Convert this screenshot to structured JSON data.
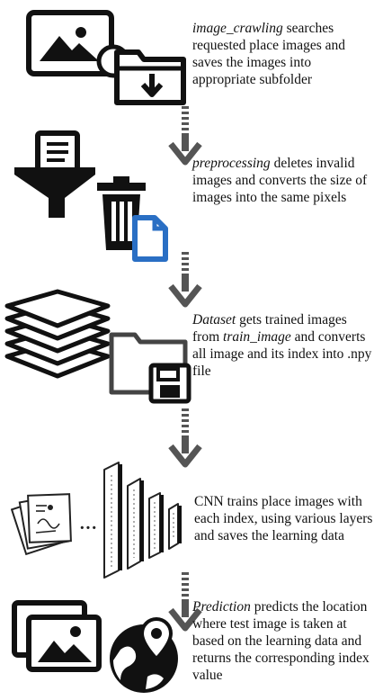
{
  "steps": [
    {
      "keyword": "image_crawling",
      "rest": " searches requested place images and saves the images into appropriate subfolder"
    },
    {
      "keyword": "preprocessing",
      "rest": " deletes invalid images and converts the size of images into the same pixels"
    },
    {
      "keyword": "Dataset",
      "rest_a": " gets trained images from ",
      "keyword2": "train_image",
      "rest_b": " and converts all image and its index into .npy file"
    },
    {
      "rest": "CNN trains place images with each index, using various layers and saves the learning data"
    },
    {
      "keyword": "Prediction",
      "rest": " predicts the location where test image is taken at based on the learning data and returns the corresponding index value"
    }
  ],
  "ellipsis": "···",
  "icons": [
    "image-search-icon",
    "folder-download-icon",
    "filter-funnel-icon",
    "trash-bin-icon",
    "file-icon",
    "stacked-layers-icon",
    "folder-save-icon",
    "documents-icon",
    "neural-network-layers-icon",
    "images-icon",
    "globe-location-icon"
  ]
}
